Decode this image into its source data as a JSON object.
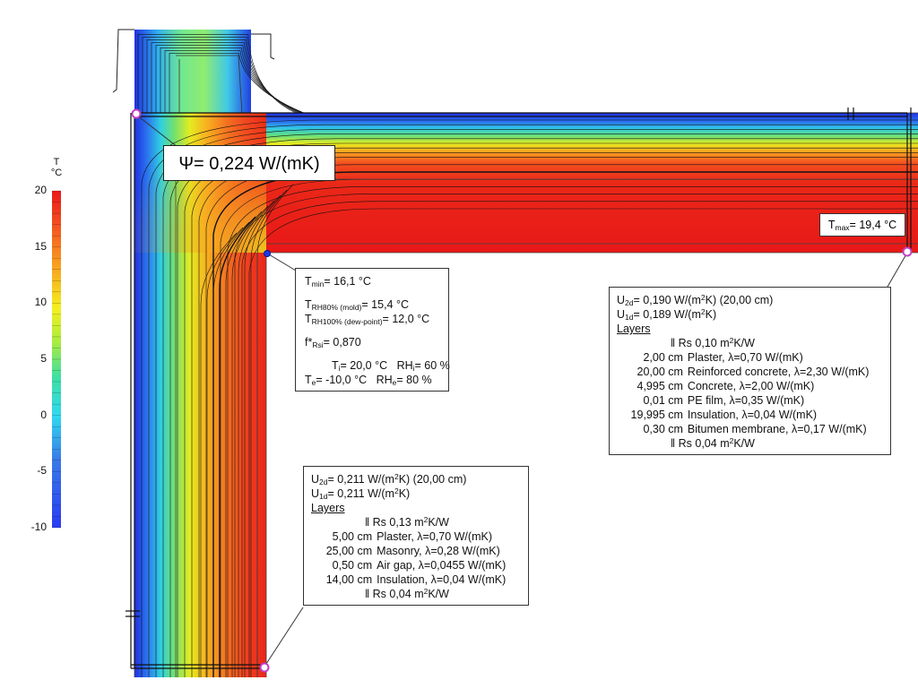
{
  "psi_label": "Ψ= 0,224 W/(mK)",
  "legend": {
    "title_line1": "T",
    "title_line2": "°C",
    "ticks": [
      "20",
      "15",
      "10",
      "5",
      "0",
      "-5",
      "-10"
    ],
    "min": -10,
    "max": 20
  },
  "tmax": {
    "sym": "T",
    "sub": "max",
    "rest": "= 19,4 °C"
  },
  "corner_box": {
    "tmin": {
      "sym": "T",
      "sub": "min",
      "rest": "= 16,1 °C"
    },
    "mold": {
      "sym": "T",
      "sub": "RH80% (mold)",
      "rest": "= 15,4 °C"
    },
    "dew": {
      "sym": "T",
      "sub": "RH100% (dew-point)",
      "rest": "= 12,0 °C"
    },
    "frsi": {
      "pre": "f*",
      "sub": "Rsi",
      "rest": "= 0,870"
    },
    "ti": {
      "sym": "T",
      "sub": "i",
      "rest": "= 20,0 °C",
      "rh": "RH",
      "rh_sub": "i",
      "rh_rest": "= 60 %"
    },
    "te": {
      "sym": "T",
      "sub": "e",
      "rest": "= -10,0 °C",
      "rh": "RH",
      "rh_sub": "e",
      "rh_rest": "= 80 %"
    }
  },
  "roof_box": {
    "u2d": {
      "sym": "U",
      "sub": "2d",
      "pre": "= 0,190 W/(m",
      "sup": "2",
      "post": "K)  (20,00 cm)"
    },
    "u1d": {
      "sym": "U",
      "sub": "1d",
      "pre": "= 0,189 W/(m",
      "sup": "2",
      "post": "K)"
    },
    "layers_title": "Layers",
    "rs_in": {
      "pre": "‖  Rs 0,10 m",
      "sup": "2",
      "post": "K/W"
    },
    "layers": [
      {
        "thickness": "2,00 cm",
        "desc": "Plaster,  λ=0,70 W/(mK)"
      },
      {
        "thickness": "20,00 cm",
        "desc": "Reinforced concrete,  λ=2,30 W/(mK)"
      },
      {
        "thickness": "4,995 cm",
        "desc": "Concrete,  λ=2,00 W/(mK)"
      },
      {
        "thickness": "0,01 cm",
        "desc": "PE film,  λ=0,35 W/(mK)"
      },
      {
        "thickness": "19,995 cm",
        "desc": "Insulation,  λ=0,04 W/(mK)"
      },
      {
        "thickness": "0,30 cm",
        "desc": "Bitumen membrane,  λ=0,17 W/(mK)"
      }
    ],
    "rs_out": {
      "pre": "‖  Rs 0,04 m",
      "sup": "2",
      "post": "K/W"
    }
  },
  "wall_box": {
    "u2d": {
      "sym": "U",
      "sub": "2d",
      "pre": "= 0,211 W/(m",
      "sup": "2",
      "post": "K)  (20,00 cm)"
    },
    "u1d": {
      "sym": "U",
      "sub": "1d",
      "pre": "= 0,211 W/(m",
      "sup": "2",
      "post": "K)"
    },
    "layers_title": "Layers",
    "rs_in": {
      "pre": "‖  Rs 0,13 m",
      "sup": "2",
      "post": "K/W"
    },
    "layers": [
      {
        "thickness": "5,00 cm",
        "desc": "Plaster,  λ=0,70 W/(mK)"
      },
      {
        "thickness": "25,00 cm",
        "desc": "Masonry,  λ=0,28 W/(mK)"
      },
      {
        "thickness": "0,50 cm",
        "desc": "Air gap,  λ=0,0455 W/(mK)"
      },
      {
        "thickness": "14,00 cm",
        "desc": "Insulation,  λ=0,04 W/(mK)"
      }
    ],
    "rs_out": {
      "pre": "‖  Rs 0,04 m",
      "sup": "2",
      "post": "K/W"
    }
  }
}
